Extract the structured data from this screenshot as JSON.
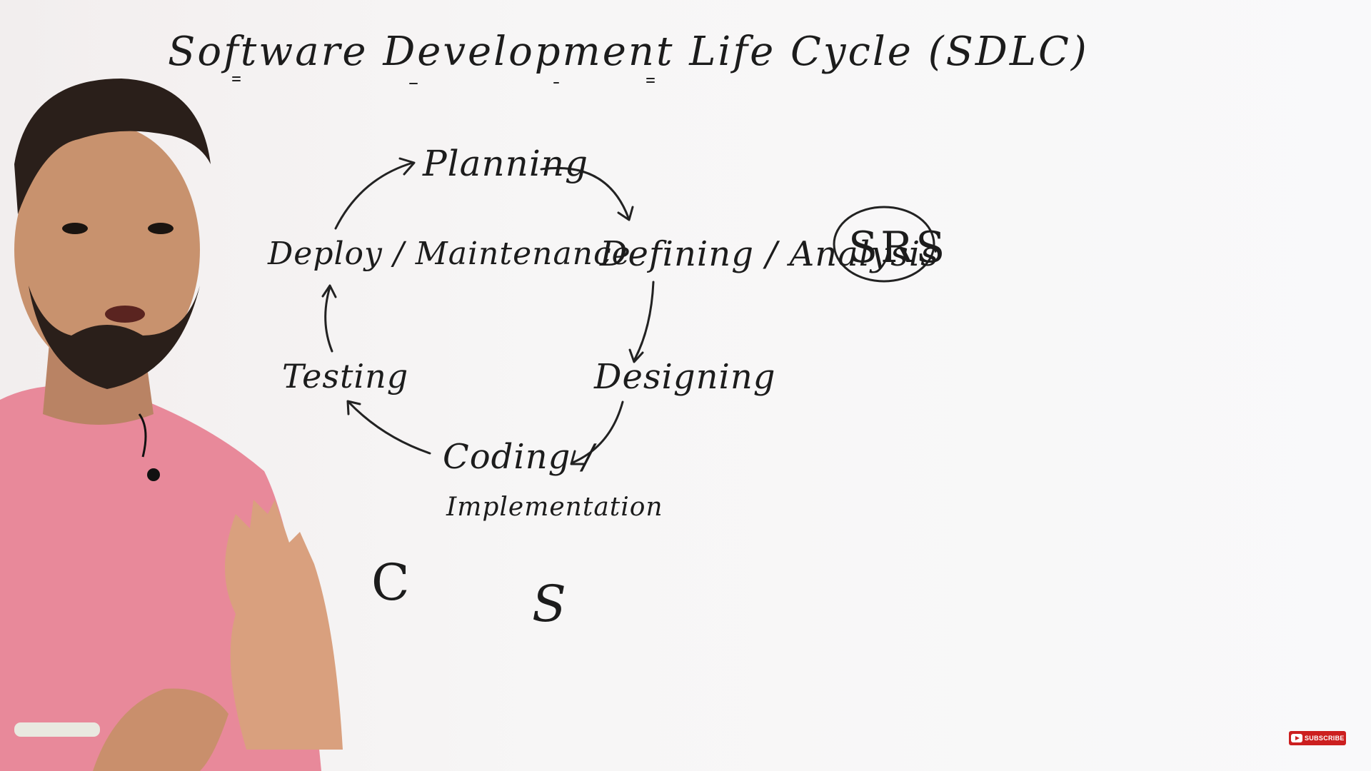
{
  "board": {
    "title": "Software Development Life Cycle (SDLC)",
    "cycle": {
      "planning": "Planning",
      "defining": "Defining / Analysis",
      "designing": "Designing",
      "coding": "Coding /",
      "implementation": "Implementation",
      "testing": "Testing",
      "deploy": "Deploy / Maintenance"
    },
    "srs": "SRS",
    "letters": {
      "c": "C",
      "s": "S"
    }
  },
  "overlay": {
    "subscribe_label": "SUBSCRIBE",
    "subscribe_icon": "youtube-play-icon",
    "subscribe_color": "#cc1f1f"
  },
  "colors": {
    "ink": "#222222",
    "board": "#f7f6f6",
    "shirt": "#e88a94",
    "skin": "#c8926e",
    "hair": "#2a1f1a"
  }
}
